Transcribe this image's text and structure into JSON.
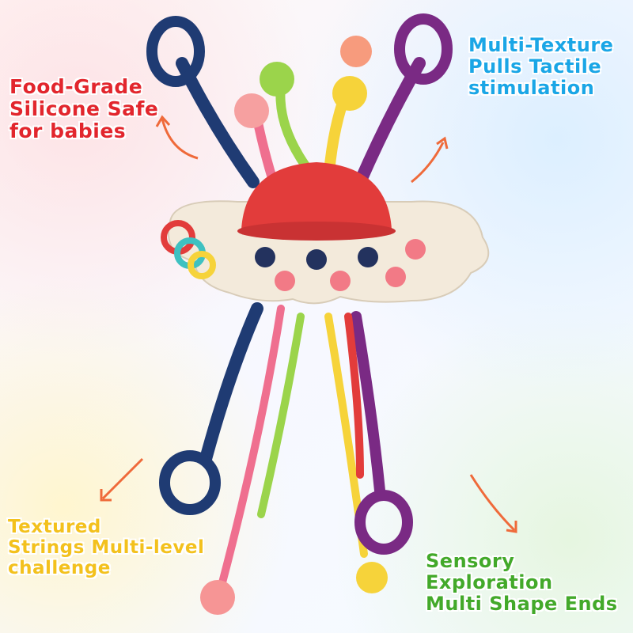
{
  "callouts": {
    "food_grade": [
      "Food-Grade",
      "Silicone Safe",
      "for babies"
    ],
    "multi_texture": [
      "Multi-Texture",
      "Pulls Tactile",
      "stimulation"
    ],
    "textured_strings": [
      "Textured",
      "Strings Multi-level",
      "challenge"
    ],
    "sensory": [
      "Sensory",
      "Exploration",
      "Multi Shape Ends"
    ]
  },
  "colors": {
    "navy": "#1f3b73",
    "purple": "#7a2a84",
    "pink": "#ef6f8f",
    "yellow": "#f6d33a",
    "green": "#9bd44b",
    "red": "#e23c3b",
    "base": "#f3eadb",
    "arrow": "#ef6a3a"
  }
}
